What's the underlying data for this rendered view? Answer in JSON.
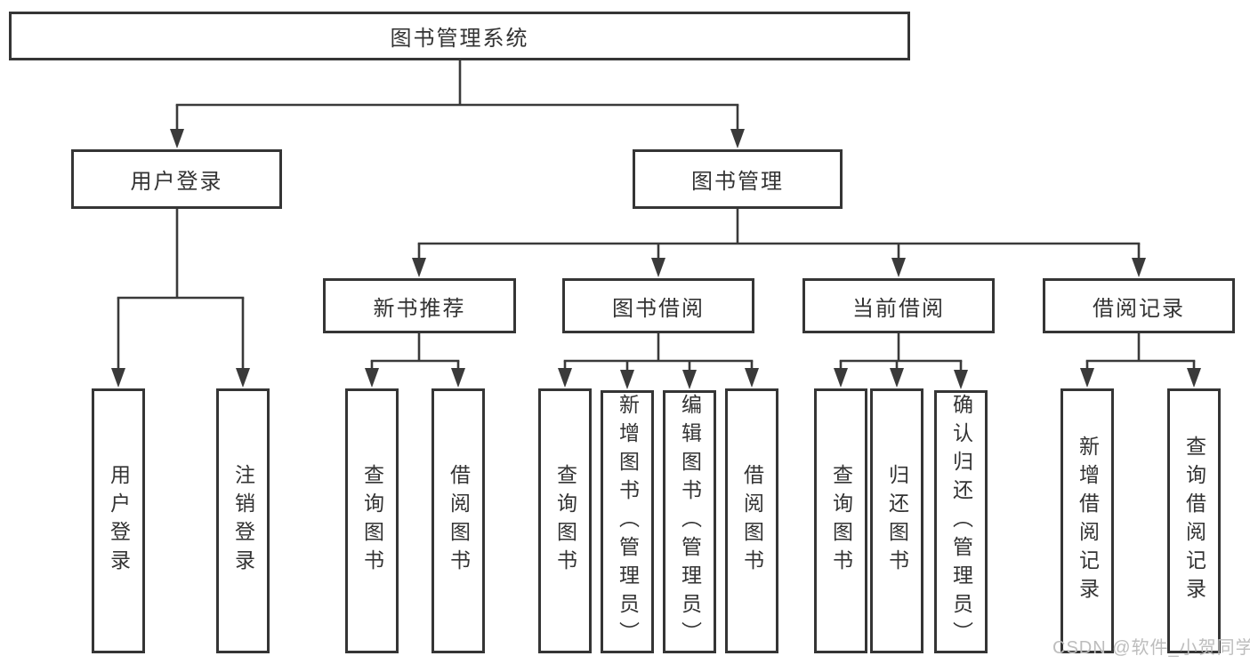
{
  "nodes": {
    "root": "图书管理系统",
    "user_login": "用户登录",
    "book_mgmt": "图书管理",
    "new_book_rec": "新书推荐",
    "book_borrow": "图书借阅",
    "current_borrow": "当前借阅",
    "borrow_records": "借阅记录",
    "leaf_user_login": "用户登录",
    "leaf_logout": "注销登录",
    "leaf_nbr_query": "查询图书",
    "leaf_nbr_borrow": "借阅图书",
    "leaf_bb_query": "查询图书",
    "leaf_bb_add": "新增图书（管理员）",
    "leaf_bb_edit": "编辑图书（管理员）",
    "leaf_bb_borrow": "借阅图书",
    "leaf_cb_query": "查询图书",
    "leaf_cb_return": "归还图书",
    "leaf_cb_confirm": "确认归还（管理员）",
    "leaf_br_add": "新增借阅记录",
    "leaf_br_query": "查询借阅记录"
  },
  "watermark": {
    "text": "CSDN @软件_小贺同学"
  },
  "colors": {
    "line": "#3a3a3a",
    "box_border": "#353535",
    "text": "#333333",
    "watermark": "#bdbdbd",
    "background": "#ffffff"
  }
}
